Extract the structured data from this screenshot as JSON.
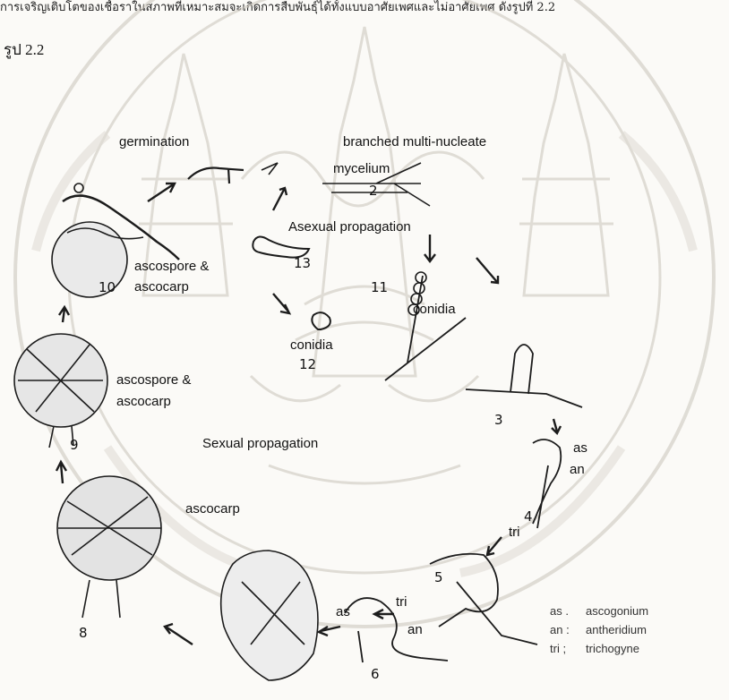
{
  "header": {
    "top_text": "การเจริญเติบโตของเชื้อราในสภาพที่เหมาะสมจะเกิดการสืบพันธุ์ได้ทั้งแบบอาศัยเพศและไม่อาศัยเพศ ดังรูปที่ 2.2",
    "figure_label": "รูป 2.2"
  },
  "diagram": {
    "labels": {
      "germination": "germination",
      "branched": "branched multi-nucleate",
      "mycelium": "mycelium",
      "asexual": "Asexual propagation",
      "ascospore_ascocarp_10_line1": "ascospore &",
      "ascospore_ascocarp_10_line2": "ascocarp",
      "conidia_11": "conidia",
      "conidia_12": "conidia",
      "ascospore_ascocarp_9_line1": "ascospore &",
      "ascospore_ascocarp_9_line2": "ascocarp",
      "sexual": "Sexual propagation",
      "as_stage4": "as",
      "an_stage4": "an",
      "tri_stage4": "tri",
      "ascocarp_8": "ascocarp",
      "as_stage6": "as",
      "tri_stage6": "tri",
      "an_stage6": "an"
    },
    "stage_numbers": {
      "n2": "2",
      "n3": "3",
      "n4": "4",
      "n5": "5",
      "n6": "6",
      "n8": "8",
      "n9": "9",
      "n10": "10",
      "n11": "11",
      "n12": "12",
      "n13": "13"
    }
  },
  "legend": [
    {
      "abbr": "as .",
      "term": "ascogonium"
    },
    {
      "abbr": "an :",
      "term": "antheridium"
    },
    {
      "abbr": "tri ;",
      "term": "trichogyne"
    }
  ]
}
